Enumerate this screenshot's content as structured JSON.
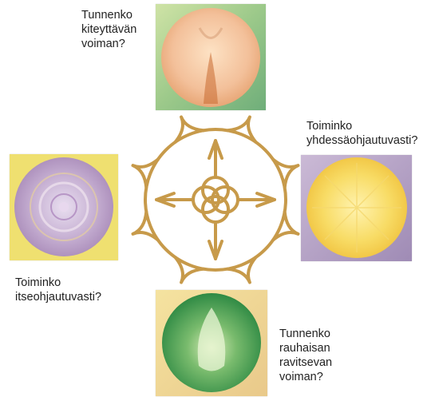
{
  "questions": {
    "top": "Tunnenko\nkiteyttävän\nvoiman?",
    "right": "Toiminko\nyhdessäohjautuvasti?",
    "left": "Toiminko\nitseohjautuvasti?",
    "bottom": "Tunnenko\nrauhaisan\nravitsevan\nvoiman?"
  },
  "colors": {
    "emblem_gold": "#c79a4a",
    "top_painting_bg": "#9cc98a",
    "top_painting_circle": "#f3c09a",
    "right_painting_bg": "#b9a7c8",
    "right_painting_circle": "#f6d65a",
    "left_painting_bg": "#efe070",
    "left_painting_circle": "#b9a0c6",
    "bottom_painting_bg": "#f0d892",
    "bottom_painting_circle": "#3d9a4e"
  }
}
